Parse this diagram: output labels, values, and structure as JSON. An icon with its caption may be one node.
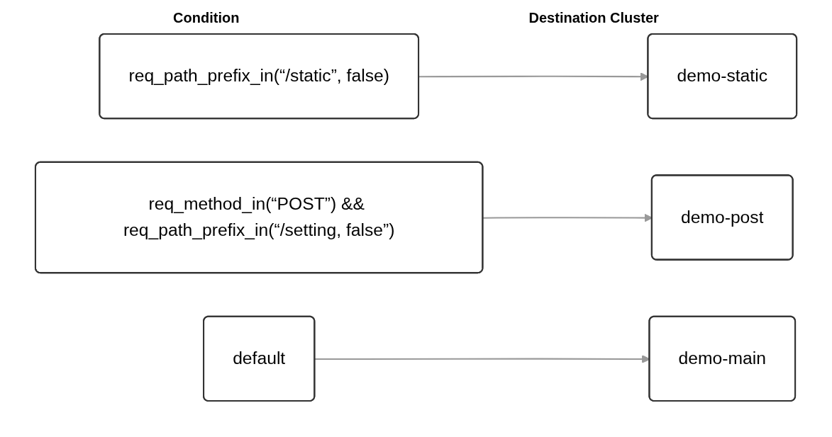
{
  "diagram": {
    "nodes": [
      {
        "text": [
          "req_path_prefix_in(“/static”, false)"
        ]
      },
      {
        "text": [
          "demo-static"
        ]
      },
      {
        "text": [
          "req_method_in(“POST”) && req_path_prefix_in(“/setting, false”)"
        ]
      },
      {
        "text": [
          "demo-post"
        ]
      },
      {
        "text": [
          "default"
        ]
      },
      {
        "text": [
          "demo-main"
        ]
      }
    ],
    "edges": [
      {
        "from": 0,
        "to": 1,
        "arrow": "to"
      },
      {
        "from": 2,
        "to": 3,
        "arrow": "to"
      },
      {
        "from": 4,
        "to": 5,
        "arrow": "to"
      }
    ],
    "labels": [
      "Condition",
      "Destination Cluster"
    ]
  }
}
